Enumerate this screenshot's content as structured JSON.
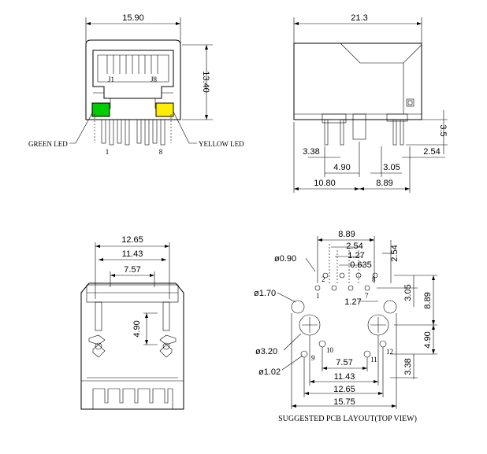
{
  "front_view": {
    "width_dim": "15.90",
    "height_dim": "13.40",
    "pin_j1": "J1",
    "pin_j8": "J8",
    "green_led_label": "GREEN LED",
    "yellow_led_label": "YELLOW LED",
    "pin_1": "1",
    "pin_8": "8",
    "green_color": "#00cc00",
    "yellow_color": "#ffee00"
  },
  "side_view": {
    "length_dim": "21.3",
    "height_dim": "3.5",
    "d_338": "3.38",
    "d_254": "2.54",
    "d_490": "4.90",
    "d_305": "3.05",
    "d_1080": "10.80",
    "d_889": "8.89"
  },
  "bottom_view": {
    "d_1265": "12.65",
    "d_1143": "11.43",
    "d_757": "7.57",
    "d_490": "4.90"
  },
  "pcb_layout": {
    "d_889_top": "8.89",
    "d_254_top": "2.54",
    "d_127_top": "1.27",
    "d_0635": "0.635",
    "d_254_right": "2.54",
    "d_305": "3.05",
    "d_889_right": "8.89",
    "d_127_mid": "1.27",
    "d_490": "4.90",
    "d_338": "3.38",
    "d_757": "7.57",
    "d_1143": "11.43",
    "d_1265": "12.65",
    "d_1575": "15.75",
    "hole_090": "ø0.90",
    "hole_170": "ø1.70",
    "hole_320": "ø3.20",
    "hole_102": "ø1.02",
    "pin_1": "1",
    "pin_2": "2",
    "pin_7": "7",
    "pin_8": "8",
    "pin_9": "9",
    "pin_10": "10",
    "pin_11": "11",
    "pin_12": "12",
    "caption": "SUGGESTED PCB LAYOUT(TOP VIEW)"
  }
}
